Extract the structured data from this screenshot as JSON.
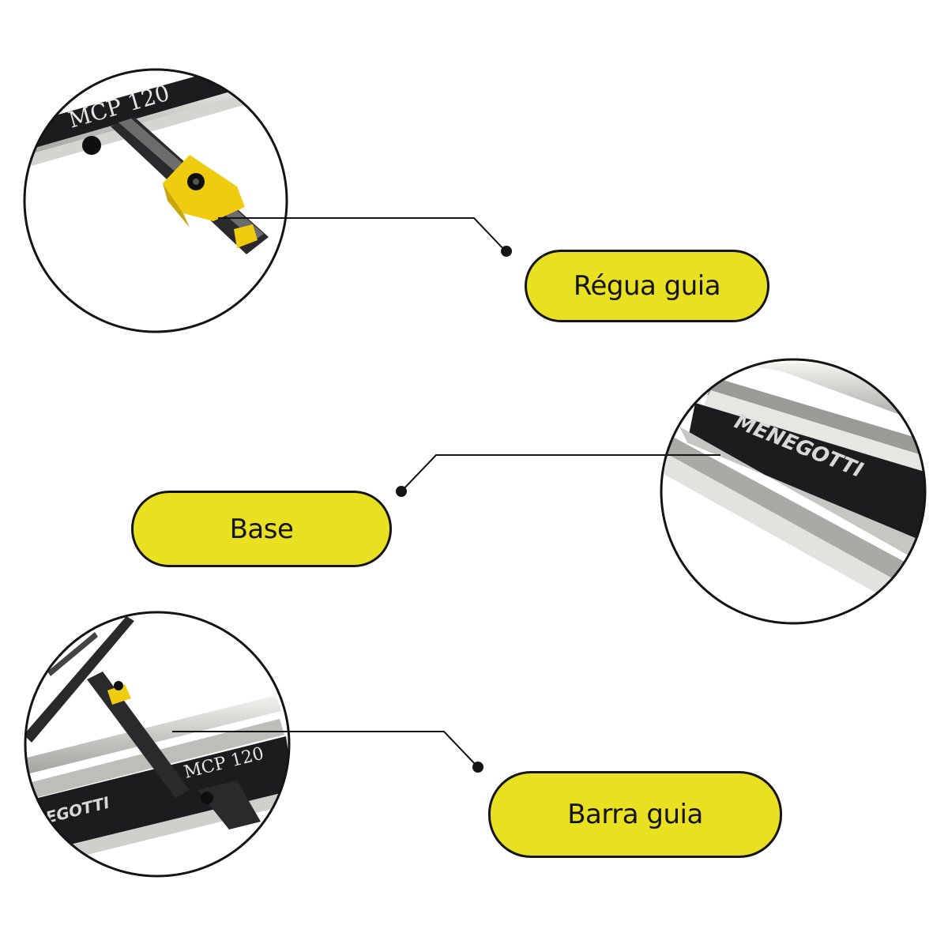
{
  "colors": {
    "label_fill": "#e9e021",
    "outline": "#141414",
    "background": "#ffffff",
    "bar_dark": "#1c1c1e",
    "rail_silver": "#c8c8c4"
  },
  "callouts": [
    {
      "label": "Régua guia",
      "model_text": "MCP 120"
    },
    {
      "label": "Base",
      "brand_text": "MENEGOTTI"
    },
    {
      "label": "Barra guia",
      "model_text": "MCP 120",
      "brand_text": "EGOTTI"
    }
  ]
}
